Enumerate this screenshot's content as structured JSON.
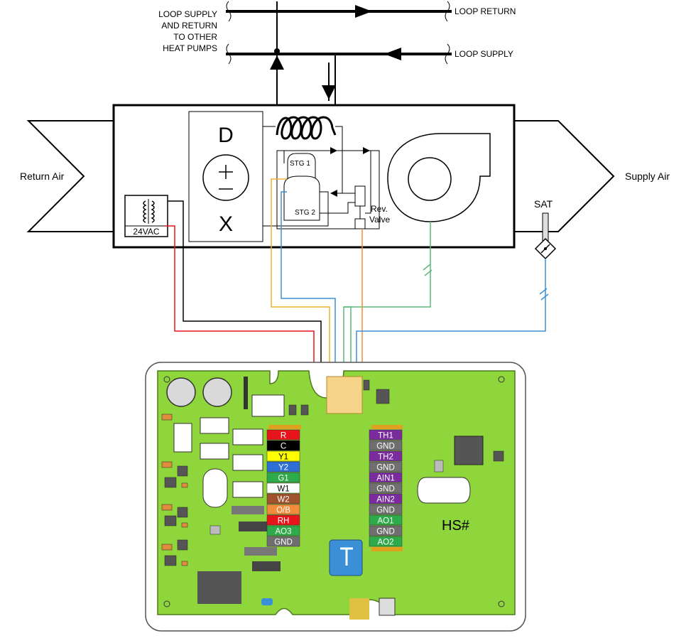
{
  "labels": {
    "loop_return": "LOOP RETURN",
    "loop_supply": "LOOP SUPPLY",
    "loop_other_1": "LOOP SUPPLY",
    "loop_other_2": "AND RETURN",
    "loop_other_3": "TO OTHER",
    "loop_other_4": "HEAT PUMPS",
    "return_air": "Return Air",
    "supply_air": "Supply Air",
    "sat": "SAT",
    "transformer": "24VAC",
    "d": "D",
    "x": "X",
    "stg1": "STG 1",
    "stg2": "STG 2",
    "rev_valve_1": "Rev.",
    "rev_valve_2": "Valve",
    "board_id": "HS#"
  },
  "left_terminals": [
    {
      "label": "R",
      "bg": "#e8141b",
      "fg": "#ffffff"
    },
    {
      "label": "C",
      "bg": "#000000",
      "fg": "#ffffff"
    },
    {
      "label": "Y1",
      "bg": "#ffff00",
      "fg": "#000000"
    },
    {
      "label": "Y2",
      "bg": "#2e6fd6",
      "fg": "#ffffff"
    },
    {
      "label": "G1",
      "bg": "#2eaa4a",
      "fg": "#ffffff"
    },
    {
      "label": "W1",
      "bg": "#ffffff",
      "fg": "#000000"
    },
    {
      "label": "W2",
      "bg": "#a0522d",
      "fg": "#ffffff"
    },
    {
      "label": "O/B",
      "bg": "#f08c3c",
      "fg": "#ffffff"
    },
    {
      "label": "RH",
      "bg": "#e8141b",
      "fg": "#ffffff"
    },
    {
      "label": "AO3",
      "bg": "#2eaa4a",
      "fg": "#ffffff"
    },
    {
      "label": "GND",
      "bg": "#6f6f6f",
      "fg": "#ffffff"
    }
  ],
  "right_terminals": [
    {
      "label": "TH1",
      "bg": "#7a2c9e",
      "fg": "#ffffff"
    },
    {
      "label": "GND",
      "bg": "#6f6f6f",
      "fg": "#ffffff"
    },
    {
      "label": "TH2",
      "bg": "#7a2c9e",
      "fg": "#ffffff"
    },
    {
      "label": "GND",
      "bg": "#6f6f6f",
      "fg": "#ffffff"
    },
    {
      "label": "AIN1",
      "bg": "#7a2c9e",
      "fg": "#ffffff"
    },
    {
      "label": "GND",
      "bg": "#6f6f6f",
      "fg": "#ffffff"
    },
    {
      "label": "AIN2",
      "bg": "#7a2c9e",
      "fg": "#ffffff"
    },
    {
      "label": "GND",
      "bg": "#6f6f6f",
      "fg": "#ffffff"
    },
    {
      "label": "AO1",
      "bg": "#2eaa4a",
      "fg": "#ffffff"
    },
    {
      "label": "GND",
      "bg": "#6f6f6f",
      "fg": "#ffffff"
    },
    {
      "label": "AO2",
      "bg": "#2eaa4a",
      "fg": "#ffffff"
    }
  ],
  "colors": {
    "board": "#8fd63c",
    "wire_red": "#e8141b",
    "wire_black": "#000000",
    "wire_yellow": "#f0b030",
    "wire_blue": "#3a8fd6",
    "wire_green": "#5cb87a",
    "wire_orange": "#f08c3c"
  }
}
